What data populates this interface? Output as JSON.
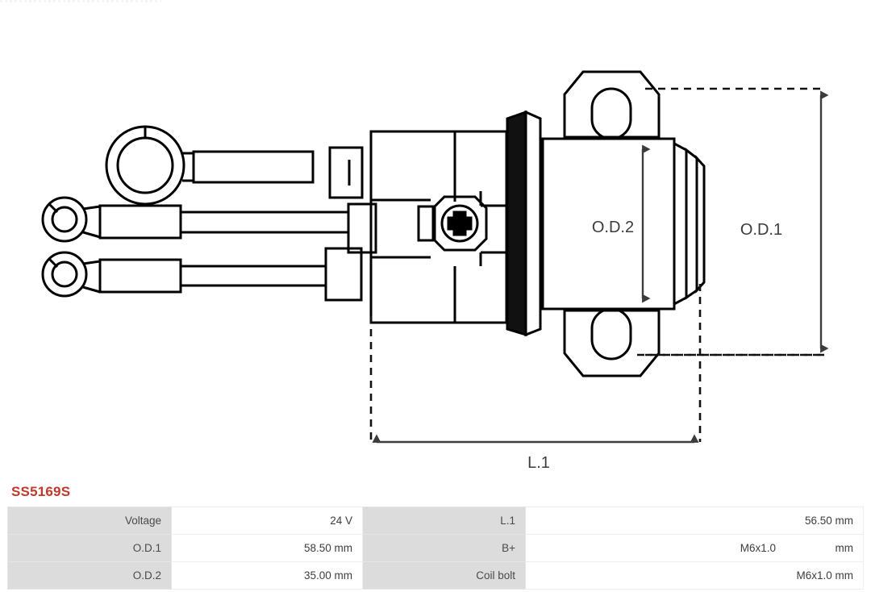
{
  "part": {
    "number": "SS5169S",
    "number_color": "#c0392b"
  },
  "drawing": {
    "type": "starter-solenoid-technical-drawing",
    "labels": {
      "od1": "O.D.1",
      "od2": "O.D.2",
      "l1": "L.1"
    },
    "line_color": "#000000",
    "dimension_color": "#3c3c3c",
    "gasket_color": "#111111"
  },
  "spec_table": {
    "rows": [
      {
        "label_left": "Voltage",
        "value_left": "24 V",
        "label_right": "L.1",
        "value_right_main": "",
        "value_right_unit": "56.50 mm"
      },
      {
        "label_left": "O.D.1",
        "value_left": "58.50 mm",
        "label_right": "B+",
        "value_right_main": "M6x1.0",
        "value_right_unit": "mm"
      },
      {
        "label_left": "O.D.2",
        "value_left": "35.00 mm",
        "label_right": "Coil bolt",
        "value_right_main": "",
        "value_right_unit": "M6x1.0 mm"
      }
    ]
  }
}
